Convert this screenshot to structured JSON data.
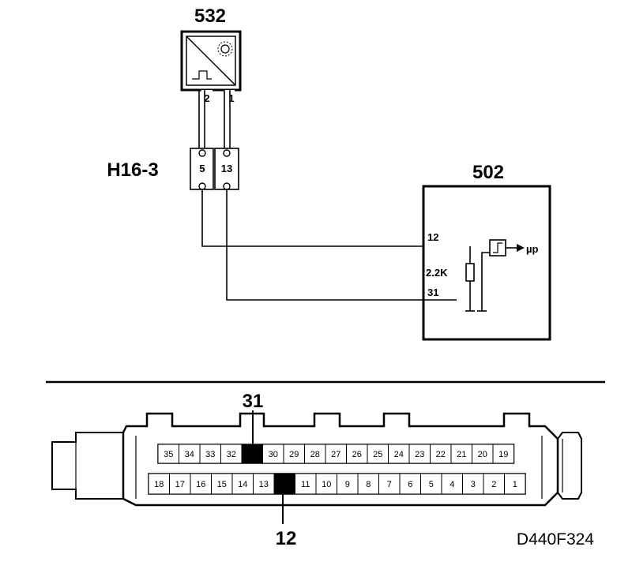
{
  "components": {
    "sensor": {
      "id": "532",
      "pin_a": "2",
      "pin_b": "1"
    },
    "connector": {
      "id": "H16-3",
      "pin_a": "5",
      "pin_b": "13"
    },
    "control_module": {
      "id": "502",
      "pin_signal": "12",
      "pin_ground": "31",
      "resistor": "2.2K",
      "output": "µp"
    }
  },
  "ecu_connector": {
    "top_row": [
      "35",
      "34",
      "33",
      "32",
      "",
      "30",
      "29",
      "28",
      "27",
      "26",
      "25",
      "24",
      "23",
      "22",
      "21",
      "20",
      "19"
    ],
    "bottom_row": [
      "18",
      "17",
      "16",
      "15",
      "14",
      "13",
      "",
      "11",
      "10",
      "9",
      "8",
      "7",
      "6",
      "5",
      "4",
      "3",
      "2",
      "1"
    ],
    "highlight_top_label": "31",
    "highlight_bottom_label": "12"
  },
  "figure_code": "D440F324"
}
